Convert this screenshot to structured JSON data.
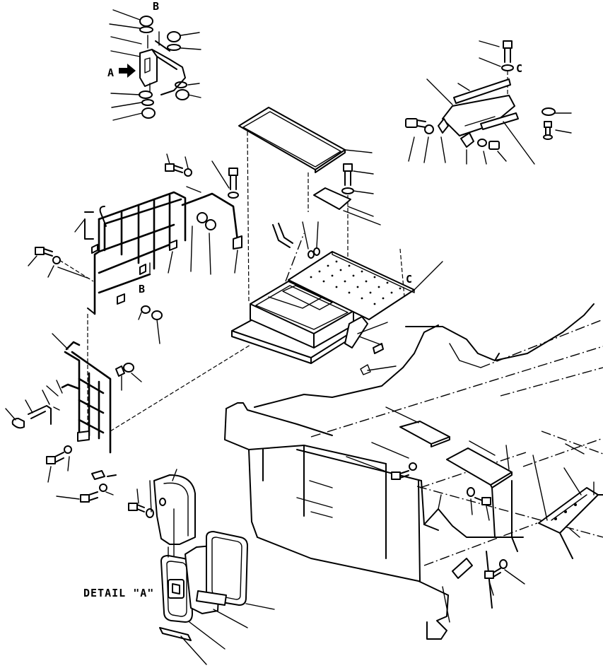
{
  "labels": {
    "callout_a": "A",
    "callout_b_top": "B",
    "callout_b_mid": "B",
    "callout_c_top": "C",
    "callout_c_mid": "C",
    "detail_a": "DETAIL \"A\""
  }
}
